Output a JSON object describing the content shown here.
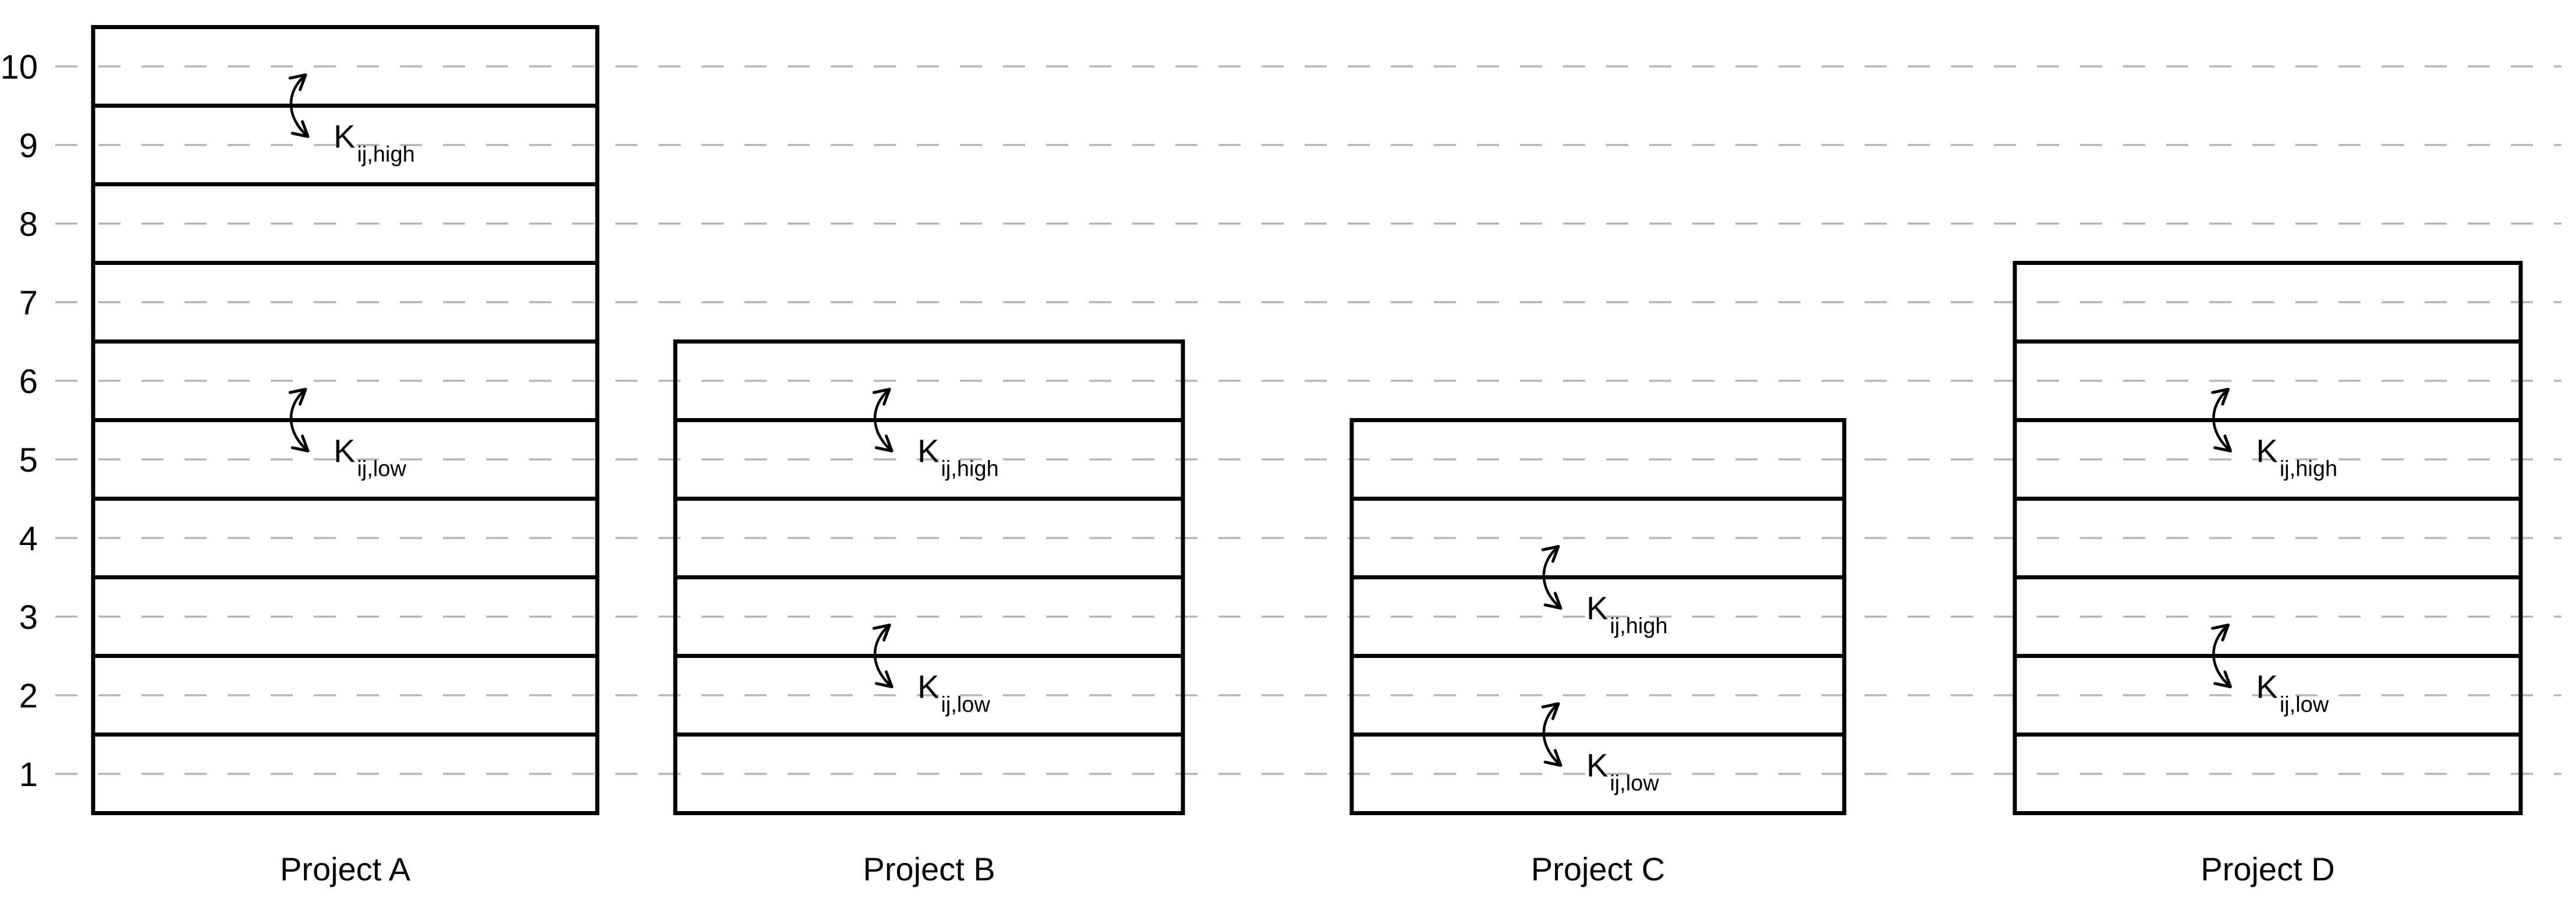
{
  "chart_data": {
    "type": "bar",
    "subtype": "segmented-stacked-bars",
    "categories": [
      "Project A",
      "Project B",
      "Project C",
      "Project D"
    ],
    "y_axis": {
      "ticks": [
        1,
        2,
        3,
        4,
        5,
        6,
        7,
        8,
        9,
        10
      ],
      "range": [
        0.5,
        10.5
      ],
      "grid": "dashed-horizontal"
    },
    "bars": [
      {
        "category": "Project A",
        "base": 0.5,
        "top": 10.5,
        "segments": 10,
        "segment_size": 1
      },
      {
        "category": "Project B",
        "base": 0.5,
        "top": 6.5,
        "segments": 6,
        "segment_size": 1
      },
      {
        "category": "Project C",
        "base": 0.5,
        "top": 5.5,
        "segments": 5,
        "segment_size": 1
      },
      {
        "category": "Project D",
        "base": 0.5,
        "top": 7.5,
        "segments": 7,
        "segment_size": 1
      }
    ],
    "annotations": [
      {
        "category": "Project A",
        "boundary": 9.5,
        "symbol": "K",
        "subscript": "ij,high",
        "marker": "curved-double-arrow"
      },
      {
        "category": "Project A",
        "boundary": 5.5,
        "symbol": "K",
        "subscript": "ij,low",
        "marker": "curved-double-arrow"
      },
      {
        "category": "Project B",
        "boundary": 5.5,
        "symbol": "K",
        "subscript": "ij,high",
        "marker": "curved-double-arrow"
      },
      {
        "category": "Project B",
        "boundary": 2.5,
        "symbol": "K",
        "subscript": "ij,low",
        "marker": "curved-double-arrow"
      },
      {
        "category": "Project C",
        "boundary": 3.5,
        "symbol": "K",
        "subscript": "ij,high",
        "marker": "curved-double-arrow"
      },
      {
        "category": "Project C",
        "boundary": 1.5,
        "symbol": "K",
        "subscript": "ij,low",
        "marker": "curved-double-arrow"
      },
      {
        "category": "Project D",
        "boundary": 5.5,
        "symbol": "K",
        "subscript": "ij,high",
        "marker": "curved-double-arrow"
      },
      {
        "category": "Project D",
        "boundary": 2.5,
        "symbol": "K",
        "subscript": "ij,low",
        "marker": "curved-double-arrow"
      }
    ],
    "colors": {
      "background": "#ffffff",
      "bar_border": "#000000",
      "segment_divider": "#000000",
      "gridline": "#b5b5b5",
      "text": "#000000",
      "arrow": "#000000"
    }
  }
}
